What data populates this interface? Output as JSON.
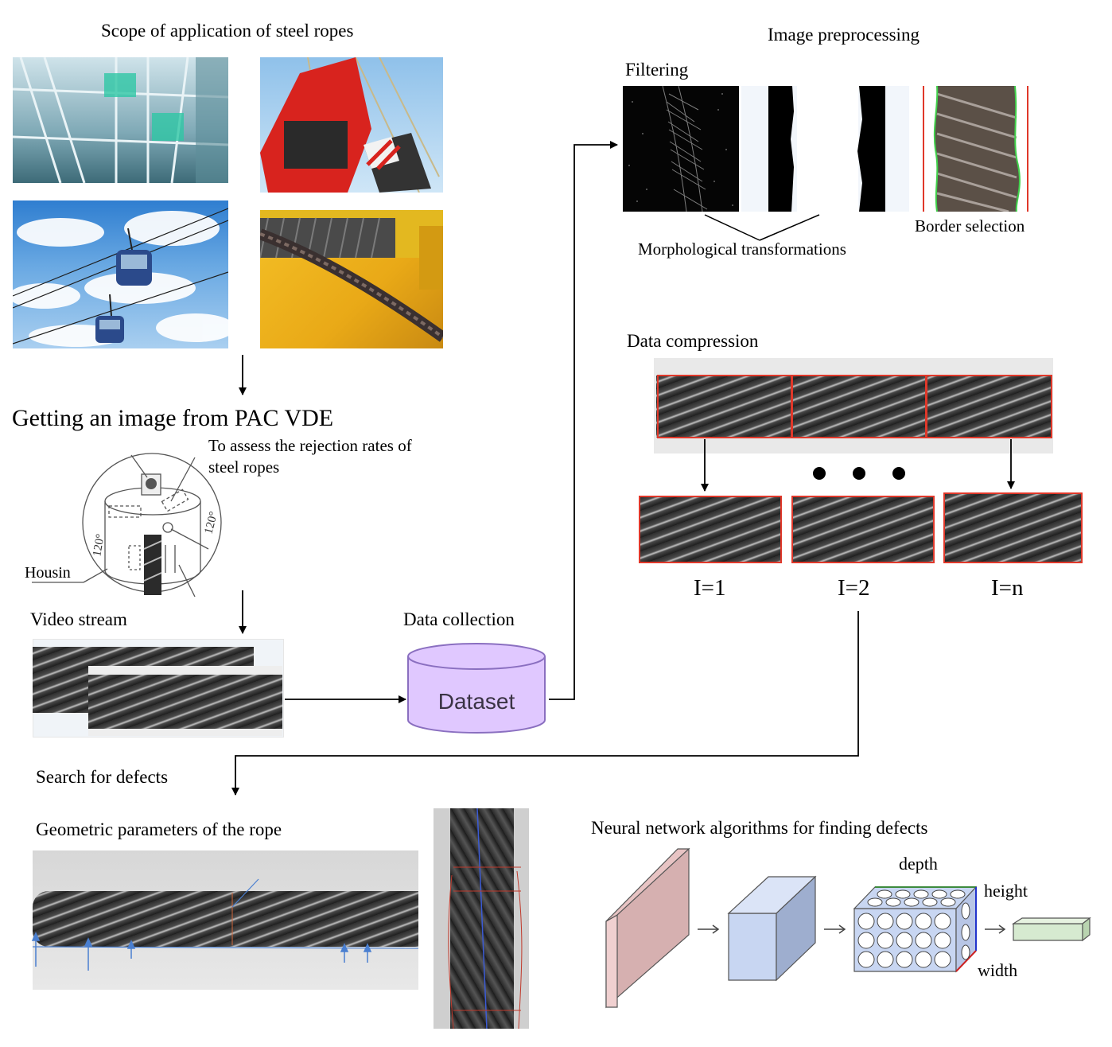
{
  "scope": {
    "title": "Scope of application of steel ropes"
  },
  "pac": {
    "title": "Getting an image from PAC VDE",
    "note_line1": "To assess the rejection rates of",
    "note_line2": "steel ropes",
    "housing_label": "Housin",
    "angle_left": "120°",
    "angle_right": "120°"
  },
  "video": {
    "title": "Video stream"
  },
  "data_collection": {
    "title": "Data collection",
    "db_label": "Dataset"
  },
  "preprocessing": {
    "title": "Image preprocessing",
    "filtering": "Filtering",
    "morph": "Morphological transformations",
    "border": "Border selection"
  },
  "compression": {
    "title": "Data compression",
    "i1": "I=1",
    "i2": "I=2",
    "in": "I=n"
  },
  "search": {
    "title": "Search for defects"
  },
  "geometric": {
    "title": "Geometric parameters of the rope"
  },
  "neural": {
    "title": "Neural network algorithms for finding defects",
    "depth": "depth",
    "height": "height",
    "width": "width"
  },
  "colors": {
    "dataset_fill": "#e0c8ff",
    "dataset_stroke": "#8a6fc0",
    "crop_border": "#e0382a",
    "nn_pink": "#e8c4c4",
    "nn_blue": "#c8d6f2",
    "nn_green": "#d6ead0"
  }
}
